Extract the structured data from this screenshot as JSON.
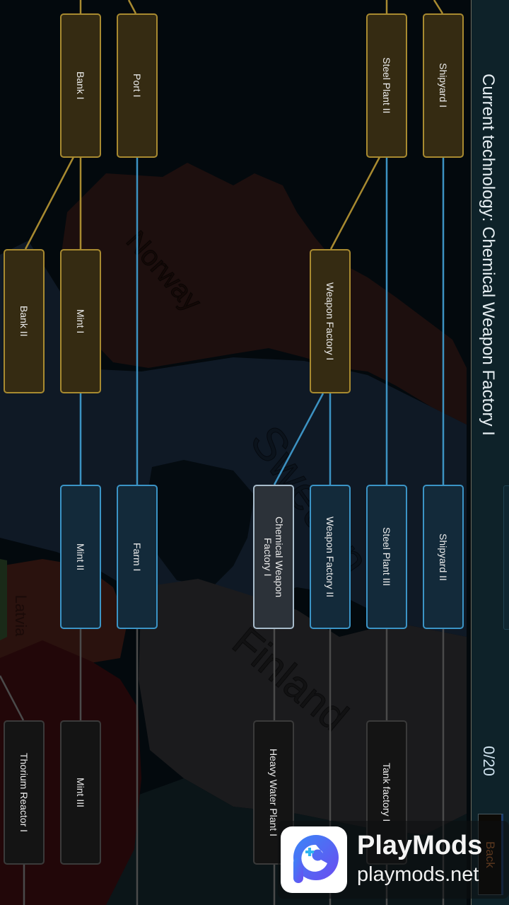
{
  "sidebar": {
    "title": "Current technology: Chemical Weapon Factory I",
    "progress": "0/20",
    "back_label": "Back"
  },
  "map": {
    "labels": [
      "Norway",
      "Sweden",
      "Finland",
      "Latvia"
    ]
  },
  "tree": {
    "nodes": [
      {
        "label": "Bank I",
        "state": "researched"
      },
      {
        "label": "Port I",
        "state": "researched"
      },
      {
        "label": "Steel Plant II",
        "state": "researched"
      },
      {
        "label": "Shipyard I",
        "state": "researched"
      },
      {
        "label": "Bank II",
        "state": "researched"
      },
      {
        "label": "Mint I",
        "state": "researched"
      },
      {
        "label": "Weapon Factory I",
        "state": "researched"
      },
      {
        "label": "Mint II",
        "state": "available"
      },
      {
        "label": "Farm I",
        "state": "available"
      },
      {
        "label": "Chemical Weapon Factory I",
        "state": "selected"
      },
      {
        "label": "Weapon Factory II",
        "state": "available"
      },
      {
        "label": "Steel Plant III",
        "state": "available"
      },
      {
        "label": "Shipyard II",
        "state": "available"
      },
      {
        "label": "Thorium Reactor I",
        "state": "locked"
      },
      {
        "label": "Mint III",
        "state": "locked"
      },
      {
        "label": "Heavy Water Plant I",
        "state": "locked"
      },
      {
        "label": "Tank factory I",
        "state": "locked"
      }
    ]
  },
  "colors": {
    "researched_border": "#a88a30",
    "researched_fill": "#352b12",
    "available_border": "#3b94c6",
    "available_fill": "#132a3a",
    "selected_border": "#a8bccb",
    "selected_fill": "#2c3239",
    "locked_border": "#3a3a3a",
    "locked_fill": "#141414",
    "sidebar_bg": "#0e2229",
    "back_text": "#b8692f"
  },
  "watermark": {
    "brand": "PlayMods",
    "url": "playmods.net"
  }
}
